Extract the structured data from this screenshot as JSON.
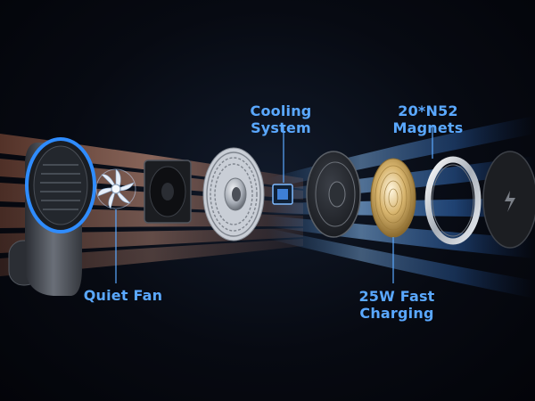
{
  "labels": {
    "cooling_system": "Cooling System",
    "magnets": "20*N52 Magnets",
    "quiet_fan": "Quiet Fan",
    "fast_charging_line1": "25W Fast",
    "fast_charging_line2": "Charging"
  },
  "colors": {
    "label_blue": "#5aa8ff",
    "ring_blue": "#2f8cff",
    "copper": "#b07a62",
    "background": "#05070c"
  },
  "icons": [
    "car-mount-icon",
    "fan-icon",
    "heatsink-icon",
    "chip-icon",
    "coil-icon",
    "magnet-ring-icon",
    "charging-pad-icon"
  ]
}
